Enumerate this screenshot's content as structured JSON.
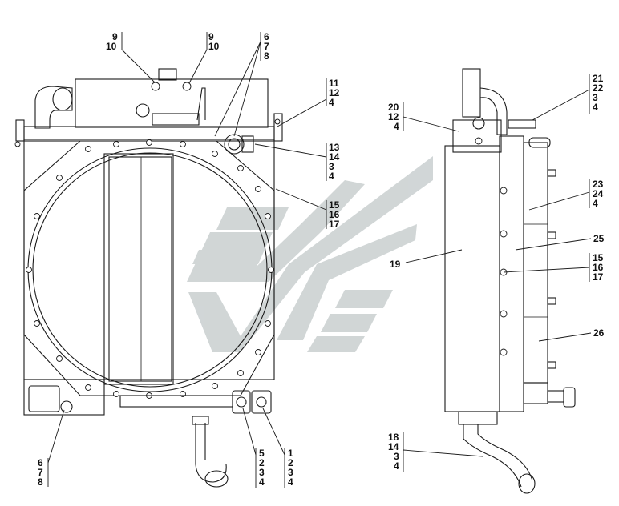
{
  "drawing": {
    "callouts": {
      "top_a": [
        "9",
        "10"
      ],
      "top_b": [
        "9",
        "10"
      ],
      "top_c": [
        "6",
        "7",
        "8"
      ],
      "right_a": [
        "11",
        "12",
        "4"
      ],
      "right_b": [
        "13",
        "14",
        "3",
        "4"
      ],
      "right_c": [
        "15",
        "16",
        "17"
      ],
      "bottom_left": [
        "6",
        "7",
        "8"
      ],
      "bottom_mid": [
        "5",
        "2",
        "3",
        "4"
      ],
      "bottom_right": [
        "1",
        "2",
        "3",
        "4"
      ],
      "side_top_left": [
        "20",
        "12",
        "4"
      ],
      "side_top_right": [
        "21",
        "22",
        "3",
        "4"
      ],
      "side_right_a": [
        "23",
        "24",
        "4"
      ],
      "side_25": "25",
      "side_right_b": [
        "15",
        "16",
        "17"
      ],
      "side_19": "19",
      "side_26": "26",
      "side_bottom": [
        "18",
        "14",
        "3",
        "4"
      ]
    },
    "watermark_color": "#c9cfd0",
    "line_color": "#1a1a1a"
  }
}
